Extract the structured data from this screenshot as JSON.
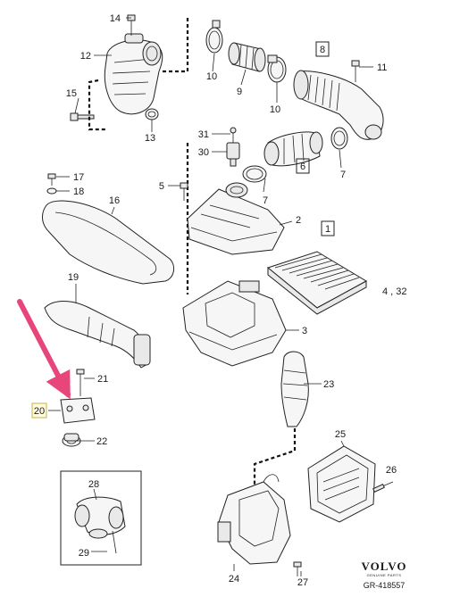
{
  "diagram": {
    "callouts": [
      {
        "id": "14",
        "text": "14"
      },
      {
        "id": "12",
        "text": "12"
      },
      {
        "id": "15",
        "text": "15"
      },
      {
        "id": "13",
        "text": "13"
      },
      {
        "id": "10a",
        "text": "10"
      },
      {
        "id": "9",
        "text": "9"
      },
      {
        "id": "10b",
        "text": "10"
      },
      {
        "id": "11",
        "text": "11"
      },
      {
        "id": "8",
        "text": "8"
      },
      {
        "id": "31",
        "text": "31"
      },
      {
        "id": "30",
        "text": "30"
      },
      {
        "id": "6",
        "text": "6"
      },
      {
        "id": "7a",
        "text": "7"
      },
      {
        "id": "7b",
        "text": "7"
      },
      {
        "id": "17",
        "text": "17"
      },
      {
        "id": "18",
        "text": "18"
      },
      {
        "id": "5",
        "text": "5"
      },
      {
        "id": "16",
        "text": "16"
      },
      {
        "id": "2",
        "text": "2"
      },
      {
        "id": "1",
        "text": "1"
      },
      {
        "id": "4_32",
        "text": "4 , 32"
      },
      {
        "id": "19",
        "text": "19"
      },
      {
        "id": "3",
        "text": "3"
      },
      {
        "id": "21",
        "text": "21"
      },
      {
        "id": "23",
        "text": "23"
      },
      {
        "id": "20",
        "text": "20"
      },
      {
        "id": "22",
        "text": "22"
      },
      {
        "id": "25",
        "text": "25"
      },
      {
        "id": "26",
        "text": "26"
      },
      {
        "id": "28",
        "text": "28"
      },
      {
        "id": "29",
        "text": "29"
      },
      {
        "id": "24",
        "text": "24"
      },
      {
        "id": "27",
        "text": "27"
      }
    ],
    "highlight_color": "#e8457a",
    "brand": {
      "name": "VOLVO",
      "tagline": "GENUINE PARTS",
      "ref": "GR-418557"
    }
  }
}
